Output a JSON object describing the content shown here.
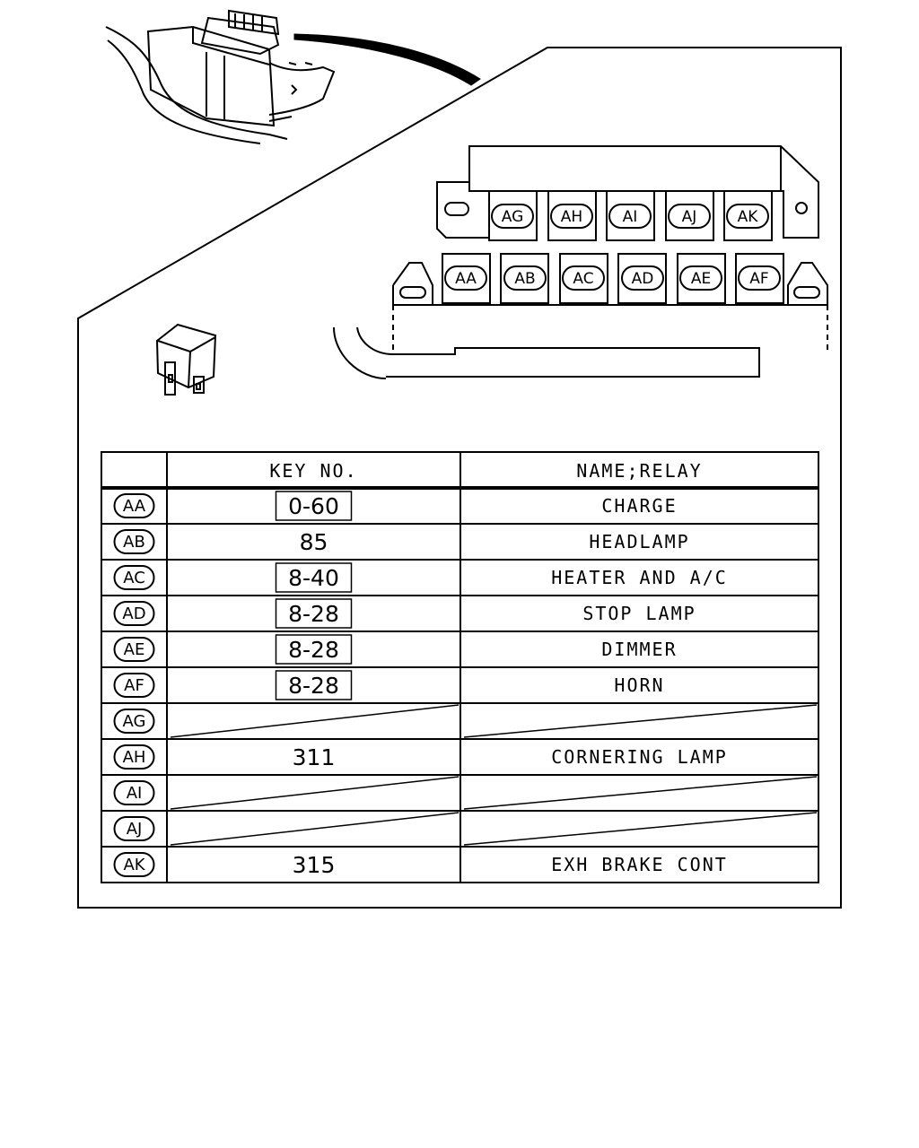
{
  "upper_row": [
    "AG",
    "AH",
    "AI",
    "AJ",
    "AK"
  ],
  "lower_row": [
    "AA",
    "AB",
    "AC",
    "AD",
    "AE",
    "AF"
  ],
  "table": {
    "headers": {
      "code": "",
      "key": "KEY NO.",
      "name": "NAME;RELAY"
    },
    "rows": [
      {
        "code": "AA",
        "key": "0-60",
        "boxed": true,
        "name": "CHARGE",
        "empty": false
      },
      {
        "code": "AB",
        "key": "85",
        "boxed": false,
        "name": "HEADLAMP",
        "empty": false
      },
      {
        "code": "AC",
        "key": "8-40",
        "boxed": true,
        "name": "HEATER AND A/C",
        "empty": false
      },
      {
        "code": "AD",
        "key": "8-28",
        "boxed": true,
        "name": "STOP LAMP",
        "empty": false
      },
      {
        "code": "AE",
        "key": "8-28",
        "boxed": true,
        "name": "DIMMER",
        "empty": false
      },
      {
        "code": "AF",
        "key": "8-28",
        "boxed": true,
        "name": "HORN",
        "empty": false
      },
      {
        "code": "AG",
        "key": "",
        "boxed": false,
        "name": "",
        "empty": true
      },
      {
        "code": "AH",
        "key": "311",
        "boxed": false,
        "name": "CORNERING LAMP",
        "empty": false
      },
      {
        "code": "AI",
        "key": "",
        "boxed": false,
        "name": "",
        "empty": true
      },
      {
        "code": "AJ",
        "key": "",
        "boxed": false,
        "name": "",
        "empty": true
      },
      {
        "code": "AK",
        "key": "315",
        "boxed": false,
        "name": "EXH BRAKE CONT",
        "empty": false
      }
    ]
  }
}
